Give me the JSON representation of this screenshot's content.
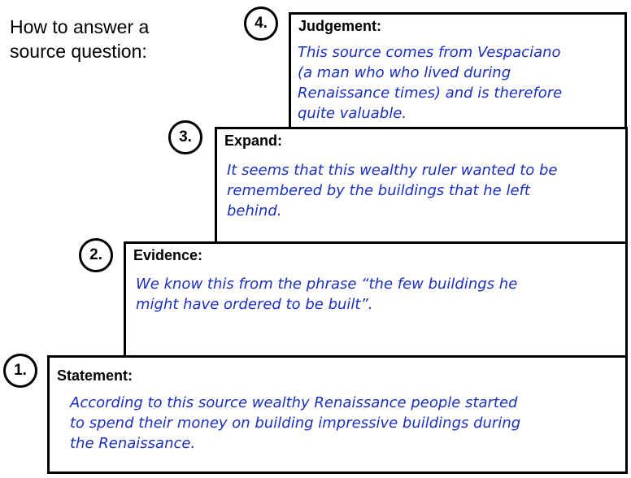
{
  "title": [
    "How to answer a",
    "source question:"
  ],
  "steps": {
    "judgement": {
      "number": "4.",
      "heading": "Judgement:",
      "lines": [
        "This source comes from Vespaciano",
        "(a man who who lived during",
        "Renaissance times) and is therefore",
        "quite valuable."
      ]
    },
    "expand": {
      "number": "3.",
      "heading": "Expand:",
      "lines": [
        "It seems that this wealthy ruler wanted to be",
        "remembered by the buildings that he left",
        "behind."
      ]
    },
    "evidence": {
      "number": "2.",
      "heading": "Evidence:",
      "lines": [
        "We know this from the phrase “the few buildings he",
        "might have ordered to be built”."
      ]
    },
    "statement": {
      "number": "1.",
      "heading": "Statement:",
      "lines": [
        "According to this source wealthy Renaissance people started",
        "to spend their money on building impressive buildings during",
        "the Renaissance."
      ]
    }
  },
  "colors": {
    "answer_text": "#1a2fc0",
    "border": "#000000"
  }
}
